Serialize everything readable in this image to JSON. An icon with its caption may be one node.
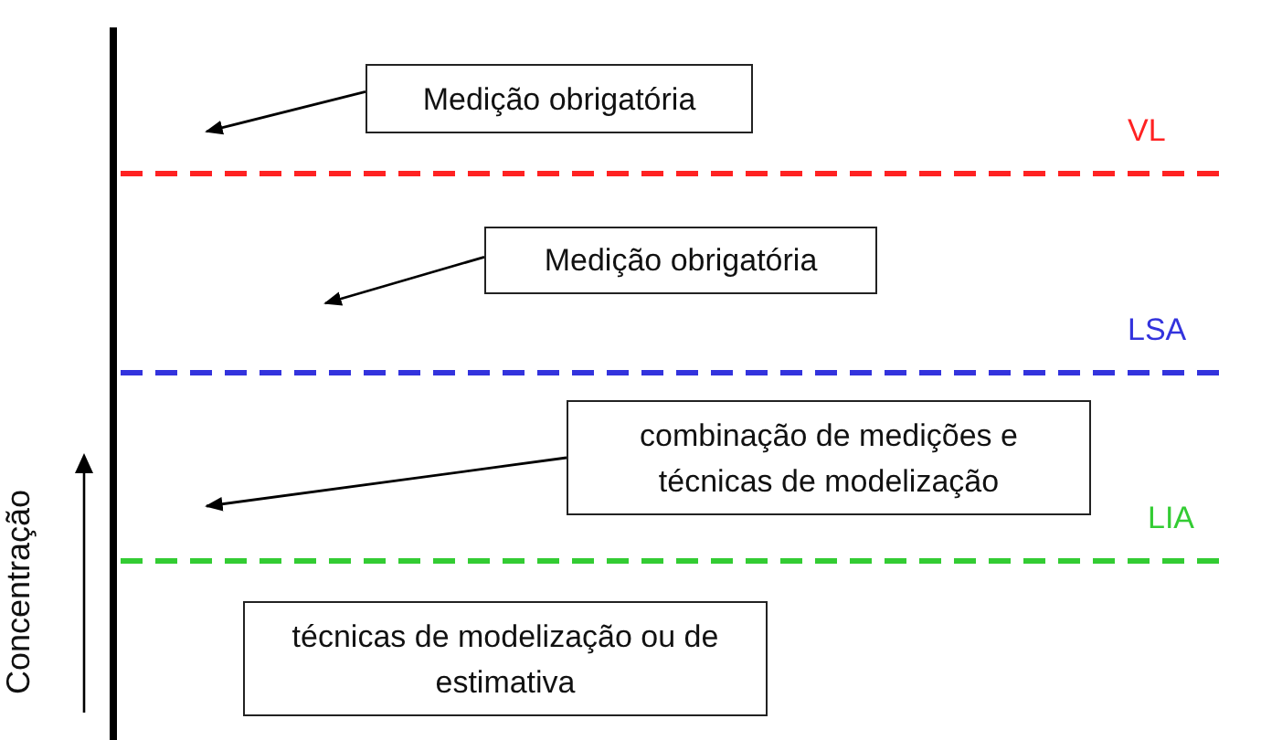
{
  "diagram": {
    "nodes": [
      {
        "text": [
          "Medição obrigatória"
        ]
      },
      {
        "text": [
          "Medição obrigatória"
        ]
      },
      {
        "text": [
          "combinação de medições e técnicas de modelização"
        ]
      },
      {
        "text": [
          "técnicas de modelização ou de estimativa"
        ]
      }
    ],
    "edges": [
      {
        "from": 0,
        "to": null,
        "arrow": "to"
      },
      {
        "from": 1,
        "to": null,
        "arrow": "to"
      },
      {
        "from": 2,
        "to": null,
        "arrow": "to"
      }
    ],
    "labels": [
      "VL",
      "LSA",
      "LIA",
      "Concentração"
    ]
  }
}
